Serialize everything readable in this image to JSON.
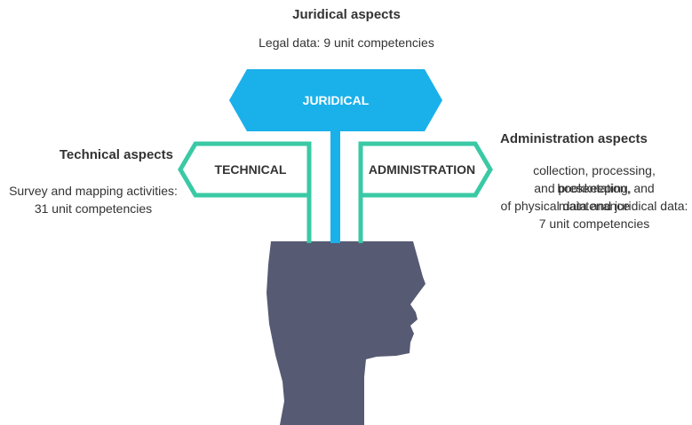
{
  "colors": {
    "juridical": "#1ab0ea",
    "technical": "#3ac9a5",
    "administration": "#3ac9a5",
    "head": "#565a73",
    "text": "#333333"
  },
  "juridical": {
    "heading": "Juridical aspects",
    "description": "Legal data: 9 unit competencies",
    "sign_label": "JURIDICAL"
  },
  "technical": {
    "heading": "Technical aspects",
    "description_line1": "Survey and mapping activities:",
    "description_line2": "31 unit competencies",
    "sign_label": "TECHNICAL"
  },
  "administration": {
    "heading": "Administration aspects",
    "description_line1": "collection, processing, bookkeeping,",
    "description_line2": "and presentation, and maintenance",
    "description_line3": "of physical data and juridical data:",
    "description_line4": "7 unit competencies",
    "sign_label": "ADMINISTRATION"
  },
  "icons": {
    "head": "human-head-silhouette-icon"
  }
}
